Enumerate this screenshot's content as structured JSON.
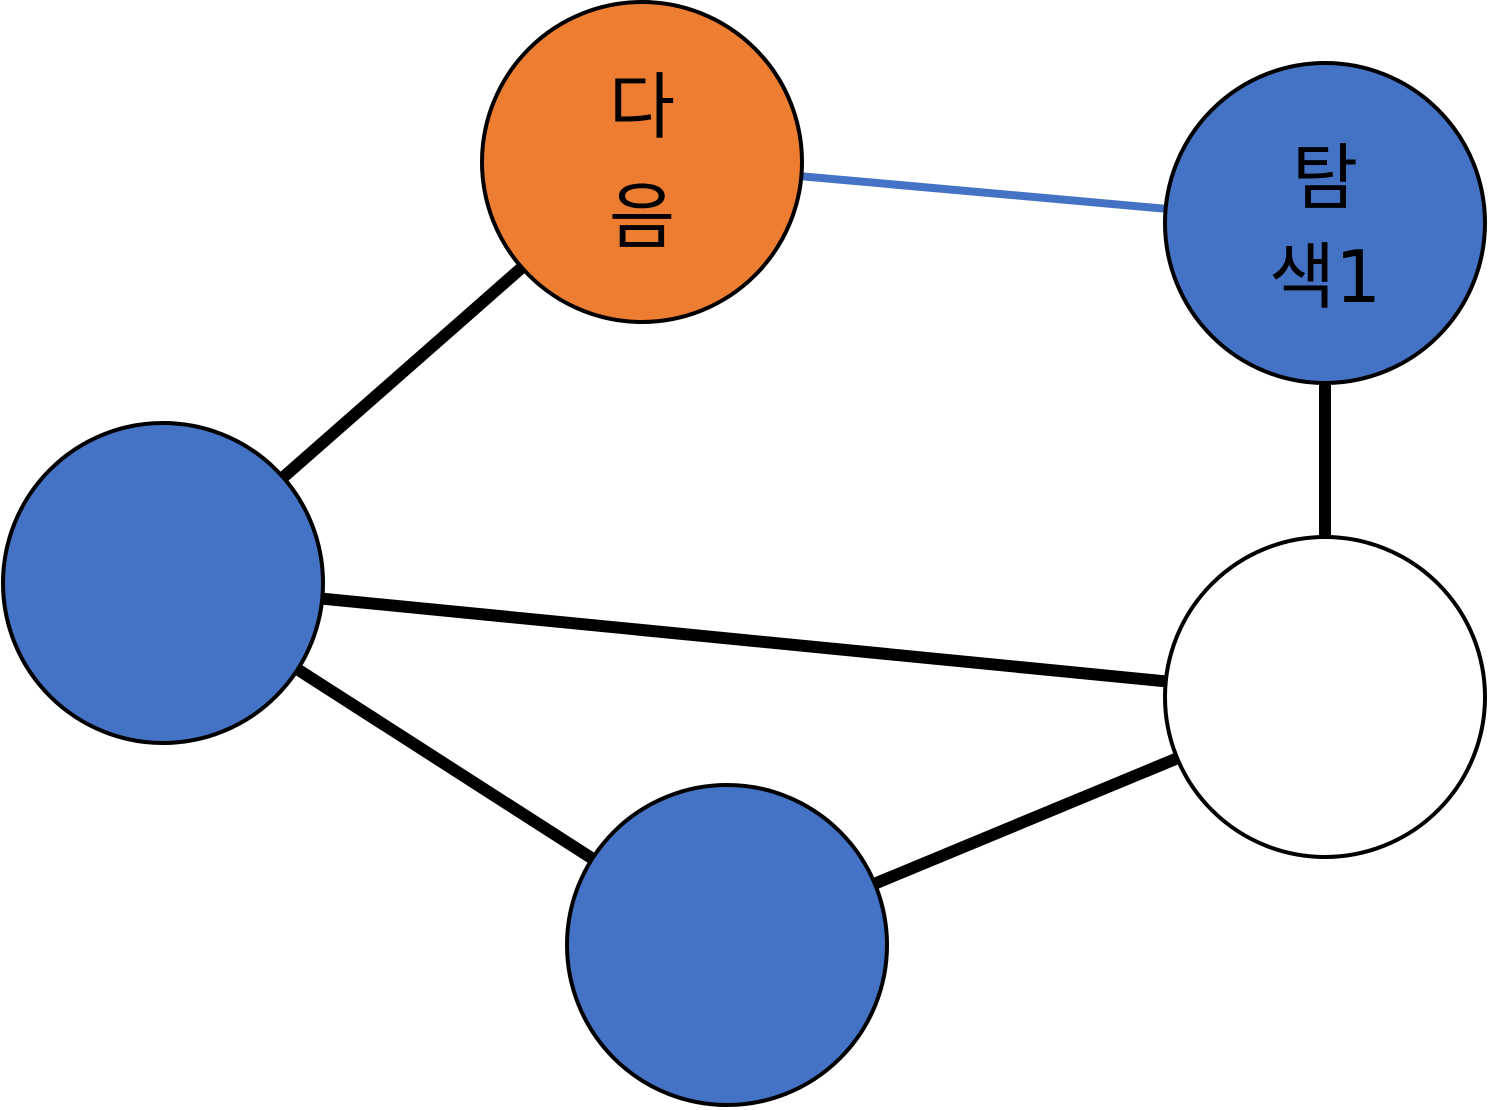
{
  "colors": {
    "blue": "#4472C4",
    "orange": "#ED7D31",
    "white": "#FFFFFF",
    "outline": "#000000",
    "edge": "#000000",
    "highlight_edge": "#4472C4"
  },
  "nodes": [
    {
      "id": "next",
      "fill": "orange",
      "label_lines": [
        "다",
        "음"
      ]
    },
    {
      "id": "explore1",
      "fill": "blue",
      "label_lines": [
        "탐",
        "색1"
      ]
    },
    {
      "id": "left",
      "fill": "blue",
      "label_lines": []
    },
    {
      "id": "bottom",
      "fill": "blue",
      "label_lines": []
    },
    {
      "id": "right",
      "fill": "white",
      "label_lines": []
    }
  ],
  "edges": [
    {
      "from": "next",
      "to": "explore1",
      "style": "highlight"
    },
    {
      "from": "next",
      "to": "left",
      "style": "normal"
    },
    {
      "from": "left",
      "to": "right",
      "style": "normal"
    },
    {
      "from": "left",
      "to": "bottom",
      "style": "normal"
    },
    {
      "from": "bottom",
      "to": "right",
      "style": "normal"
    },
    {
      "from": "explore1",
      "to": "right",
      "style": "normal"
    }
  ]
}
